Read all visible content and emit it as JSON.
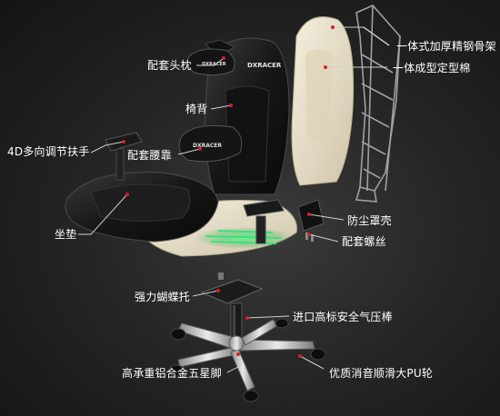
{
  "colors": {
    "background": "#222222",
    "label_text": "#ffffff",
    "leader_line": "#cfcfcf",
    "marker_dot": "#d81e2c",
    "leather": "#1a1a1a",
    "foam": "#e8e0c8",
    "frame": "#9a9a9a",
    "spring_glow": "#39d36a",
    "aluminum": "#c7c7c7"
  },
  "brand": "DXRACER",
  "callouts": {
    "steel_frame": "一体式加厚精钢骨架",
    "molded_foam": "一体成型定型棉",
    "headrest": "配套头枕",
    "backrest": "椅背",
    "armrest": "4D多向调节扶手",
    "lumbar": "配套腰靠",
    "seat": "坐垫",
    "dust_cover": "防尘罩壳",
    "screws": "配套螺丝",
    "butterfly_mechanism": "强力蝴蝶托",
    "gas_lift": "进口高标安全气压棒",
    "base": "高承重铝合金五星脚",
    "casters": "优质消音顺滑大PU轮"
  }
}
